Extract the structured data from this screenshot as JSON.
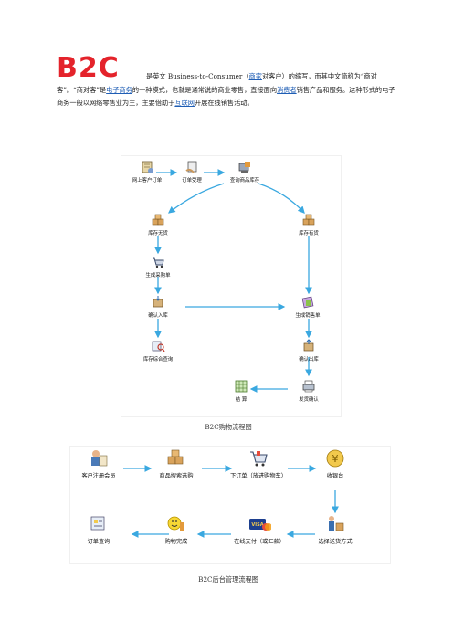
{
  "intro": {
    "logo": "B2C",
    "t1": "是英文 Business-to-Consumer（",
    "link_merchant": "商家",
    "t2": "对客户）的缩写，而其中文简称为“商对客”。“商对客”是",
    "link_ecommerce": "电子商务",
    "t3": "的一种模式，也就是通常说的商业零售，直接面向",
    "link_consumer": "消费者",
    "t4": "销售产品和服务。这种形式的电子商务一般以网络零售业为主，主要借助于",
    "link_internet": "互联网",
    "t5": "开展在线销售活动。"
  },
  "figure1": {
    "caption": "B2C购物流程图",
    "nodes": {
      "online_order": "网上客户订单",
      "order_process": "订单受理",
      "check_stock": "查询商品库存",
      "out_of_stock": "库存无货",
      "in_stock": "库存有货",
      "gen_purchase": "生成采购单",
      "confirm_in": "确认入库",
      "gen_sales": "生成销售单",
      "stock_query": "库存综合查询",
      "confirm_out": "确认出库",
      "settle": "结  算",
      "ship_confirm": "发货确认"
    }
  },
  "figure2": {
    "caption": "B2C后台管理流程图",
    "nodes": {
      "register": "客户注册会员",
      "browse": "商品搜索选购",
      "place_order": "下订单（放进购物车）",
      "checkout": "收银台",
      "order_query": "订单查询",
      "done": "购物完成",
      "pay": "在线支付（或汇款）",
      "ship_method": "选择送货方式"
    }
  },
  "colors": {
    "logo": "#e4232b",
    "link": "#1f5eb5",
    "arrow": "#3aa8e0"
  }
}
